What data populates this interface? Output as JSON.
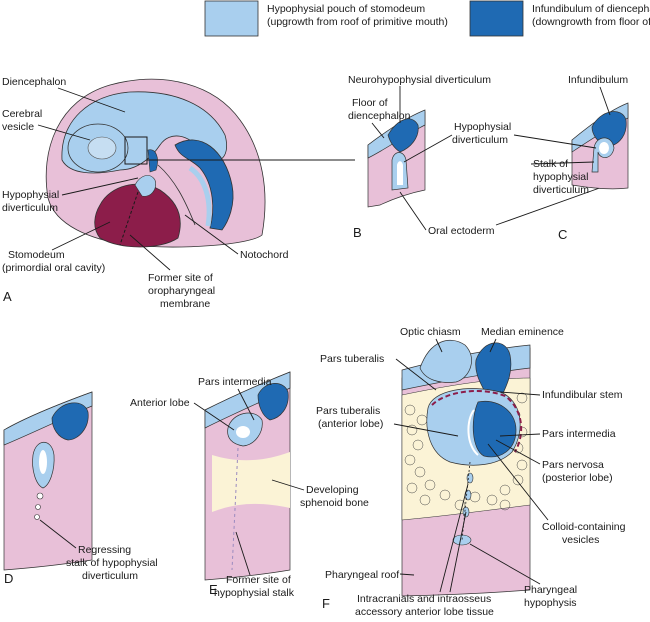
{
  "legend": {
    "light": {
      "title": "Hypophysial pouch of stomodeum",
      "subtitle": "(upgrowth from roof of primitive mouth)",
      "color": "#a9cfee"
    },
    "dark": {
      "title": "Infundibulum of diencephalon",
      "subtitle": "(downgrowth from floor of forebrain)",
      "color": "#1f6ab3"
    }
  },
  "colors": {
    "brain_light": "#a9cfee",
    "brain_dark": "#1f6ab3",
    "mesenchyme_pink": "#e8c0d8",
    "pharynx_maroon": "#8c1d4a",
    "bone_cream": "#fbf3d6",
    "outline": "#333333"
  },
  "panels": {
    "A": {
      "letter": "A",
      "diencephalon": "Diencephalon",
      "cerebral_vesicle": [
        "Cerebral",
        "vesicle"
      ],
      "hypophysial_diverticulum": [
        "Hypophysial",
        "diverticulum"
      ],
      "stomodeum": [
        "Stomodeum",
        "(primordial oral cavity)"
      ],
      "notochord": "Notochord",
      "former_site": [
        "Former site of",
        "oropharyngeal",
        "membrane"
      ]
    },
    "B": {
      "letter": "B",
      "neurohypophysial": "Neurohypophysial diverticulum",
      "floor": [
        "Floor of",
        "diencephalon"
      ],
      "hypophysial_diverticulum": [
        "Hypophysial",
        "diverticulum"
      ],
      "oral_ectoderm": "Oral ectoderm"
    },
    "C": {
      "letter": "C",
      "infundibulum": "Infundibulum",
      "stalk": [
        "Stalk of",
        "hypophysial",
        "diverticulum"
      ]
    },
    "D": {
      "letter": "D",
      "regressing": [
        "Regressing",
        "stalk of hypophysial",
        "diverticulum"
      ]
    },
    "E": {
      "letter": "E",
      "pars_intermedia": "Pars intermedia",
      "anterior_lobe": "Anterior lobe",
      "developing_bone": [
        "Developing",
        "sphenoid bone"
      ],
      "former_stalk": [
        "Former site of",
        "hypophysial stalk"
      ]
    },
    "F": {
      "letter": "F",
      "optic_chiasm": "Optic chiasm",
      "median_eminence": "Median eminence",
      "pars_tuberalis": "Pars tuberalis",
      "infundibular_stem": "Infundibular stem",
      "pars_tuberalis_anterior": [
        "Pars tuberalis",
        "(anterior lobe)"
      ],
      "pars_intermedia": "Pars intermedia",
      "pars_nervosa": [
        "Pars nervosa",
        "(posterior lobe)"
      ],
      "colloid_vesicles": [
        "Colloid-containing",
        "vesicles"
      ],
      "pharyngeal_roof": "Pharyngeal roof",
      "intracranial": [
        "Intracranials and intraosseus",
        "accessory anterior lobe tissue"
      ],
      "pharyngeal_hypophysis": [
        "Pharyngeal",
        "hypophysis"
      ]
    }
  }
}
